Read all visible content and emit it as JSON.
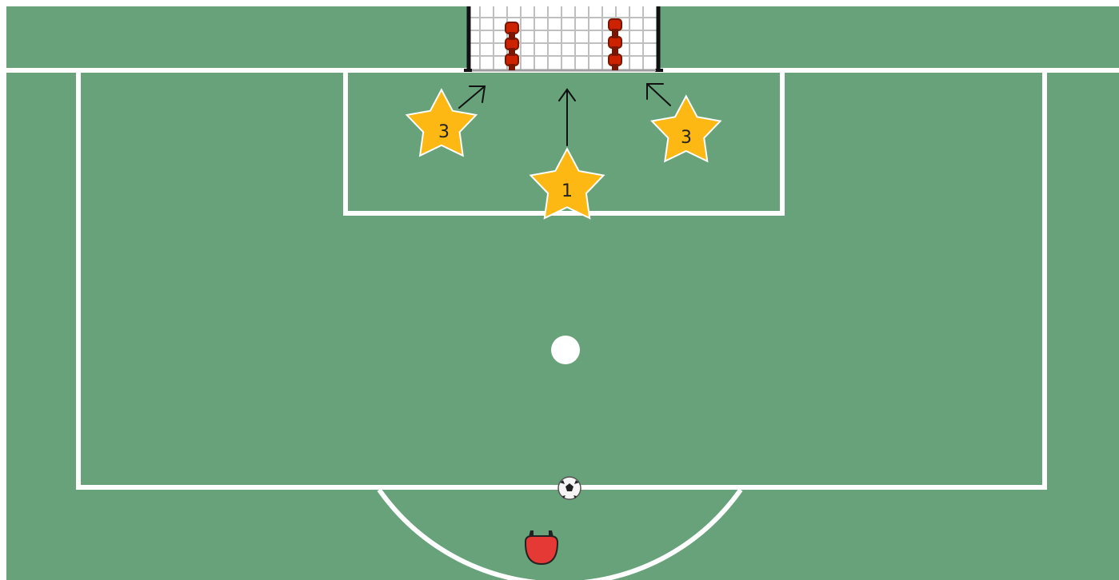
{
  "diagram": {
    "colors": {
      "pitch": "#68a27b",
      "lines": "#ffffff",
      "star_fill": "#fdb813",
      "star_stroke": "#ffffff",
      "arrow": "#111111",
      "cone": "#cc2200",
      "player": "#e53935"
    },
    "stars": [
      {
        "label": "3"
      },
      {
        "label": "1"
      },
      {
        "label": "3"
      }
    ],
    "icons": {
      "ball": "soccer-ball-icon",
      "player": "player-marker-icon",
      "cone": "cone-icon",
      "goal": "goal-net-icon",
      "star": "target-star-icon"
    }
  }
}
